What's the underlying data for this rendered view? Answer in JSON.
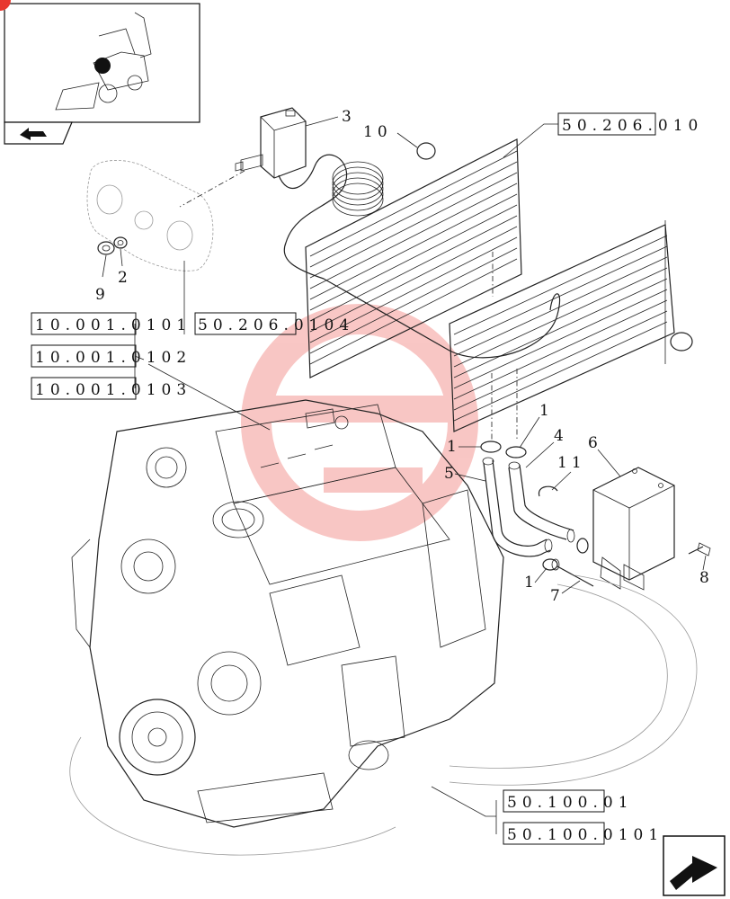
{
  "references": {
    "r_50_206_010": "50.206.010",
    "r_10_001_0101": "10.001.0101",
    "r_50_206_0104": "50.206.0104",
    "r_10_001_0102": "10.001.0102",
    "r_10_001_0103": "10.001.0103",
    "r_50_100_01": "50.100.01",
    "r_50_100_0101": "50.100.0101"
  },
  "callouts": {
    "c1a": "1",
    "c1b": "1",
    "c1c": "1",
    "c2": "2",
    "c3": "3",
    "c4": "4",
    "c5": "5",
    "c6": "6",
    "c7": "7",
    "c8": "8",
    "c9": "9",
    "c10": "10",
    "c11": "11"
  },
  "watermark": {
    "color": "#e8372e"
  },
  "icons": {
    "thumbnail": "backhoe-loader-thumbnail",
    "nav_prev": "arrow-back-icon",
    "nav_next": "arrow-next-icon"
  }
}
